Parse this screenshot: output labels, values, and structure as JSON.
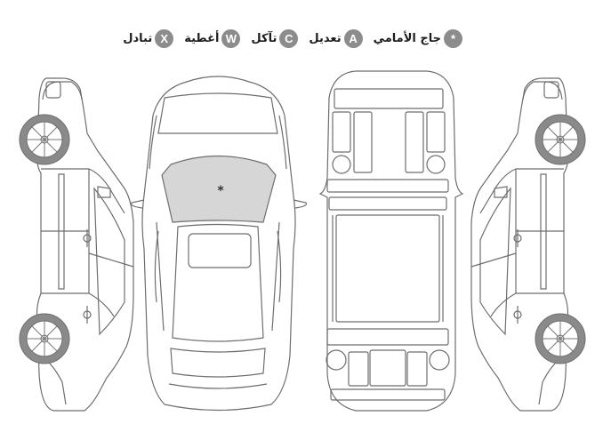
{
  "legend": {
    "items": [
      {
        "symbol": "*",
        "label": "جاج الأمامي"
      },
      {
        "symbol": "A",
        "label": "تعديل"
      },
      {
        "symbol": "C",
        "label": "تآكل"
      },
      {
        "symbol": "W",
        "label": "أغطية"
      },
      {
        "symbol": "X",
        "label": "تبادل"
      }
    ]
  },
  "diagram": {
    "windshield_marker": "*",
    "highlight_color": "#d6d6d6",
    "outline_color": "#6e6e6e"
  }
}
